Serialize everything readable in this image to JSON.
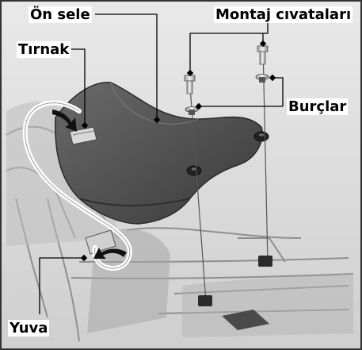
{
  "labels": {
    "front_seat": "Ön sele",
    "mounting_bolts": "Montaj cıvataları",
    "tab": "Tırnak",
    "bushings": "Burçlar",
    "slot": "Yuva"
  }
}
